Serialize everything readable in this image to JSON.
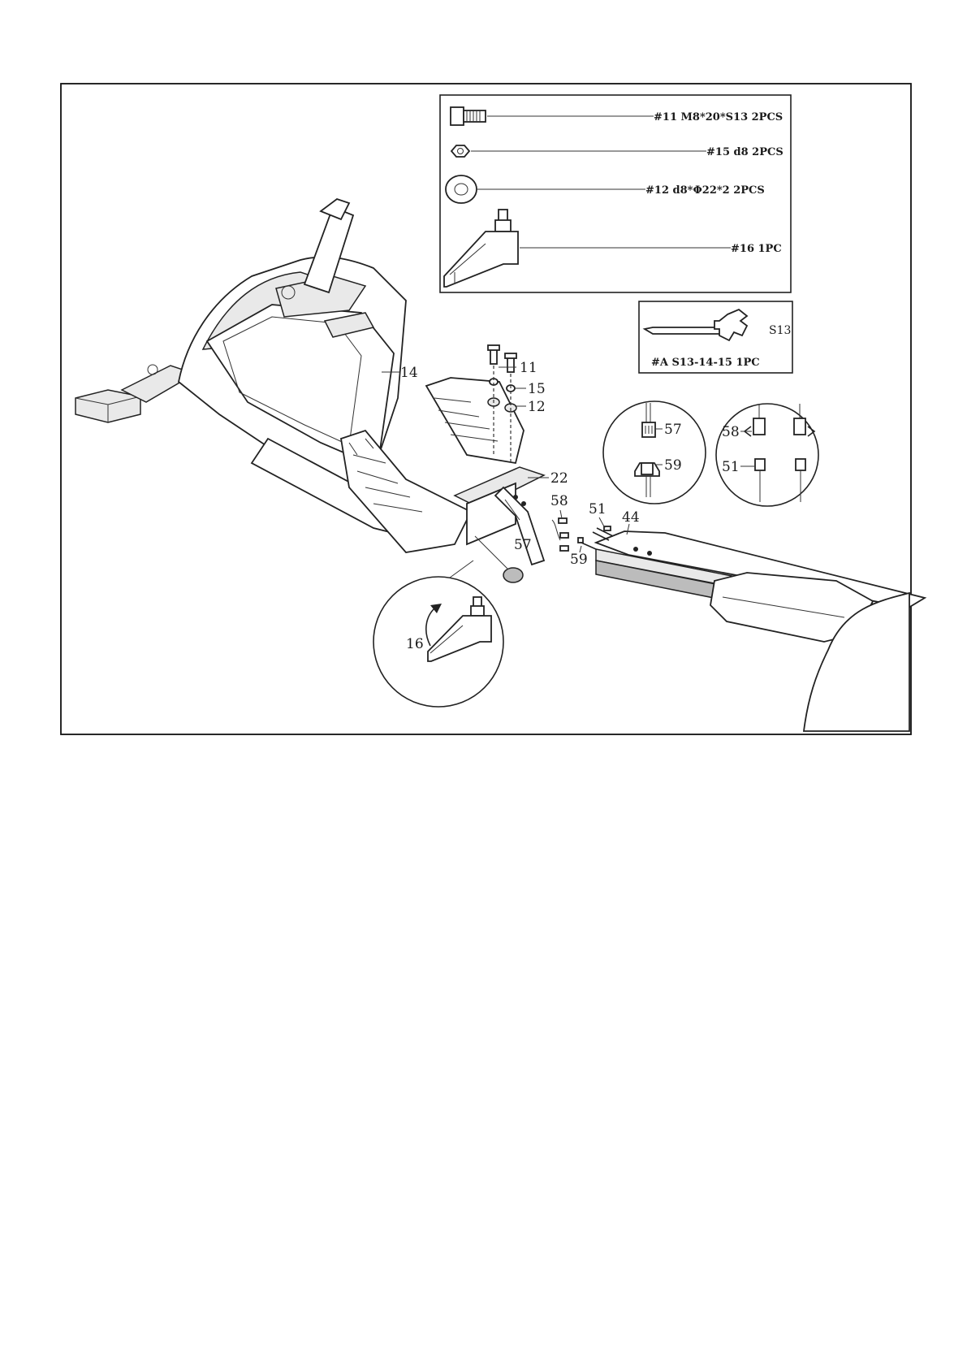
{
  "hardware_box": {
    "items": [
      {
        "label": "#11  M8*20*S13  2PCS",
        "icon": "bolt-icon"
      },
      {
        "label": "#15  d8  2PCS",
        "icon": "nut-icon"
      },
      {
        "label": "#12   d8*Φ22*2   2PCS",
        "icon": "washer-icon"
      },
      {
        "label": "#16  1PC",
        "icon": "bracket-icon"
      }
    ]
  },
  "tool_box": {
    "wrench_size": "S13",
    "label": "#A  S13-14-15  1PC"
  },
  "callouts": {
    "c14": "14",
    "c11": "11",
    "c15": "15",
    "c12": "12",
    "c22": "22",
    "c58": "58",
    "c57": "57",
    "c51": "51",
    "c44": "44",
    "c59": "59",
    "c16": "16"
  },
  "detail_left": {
    "top": "57",
    "bottom": "59"
  },
  "detail_right": {
    "top": "58",
    "bottom": "51"
  }
}
